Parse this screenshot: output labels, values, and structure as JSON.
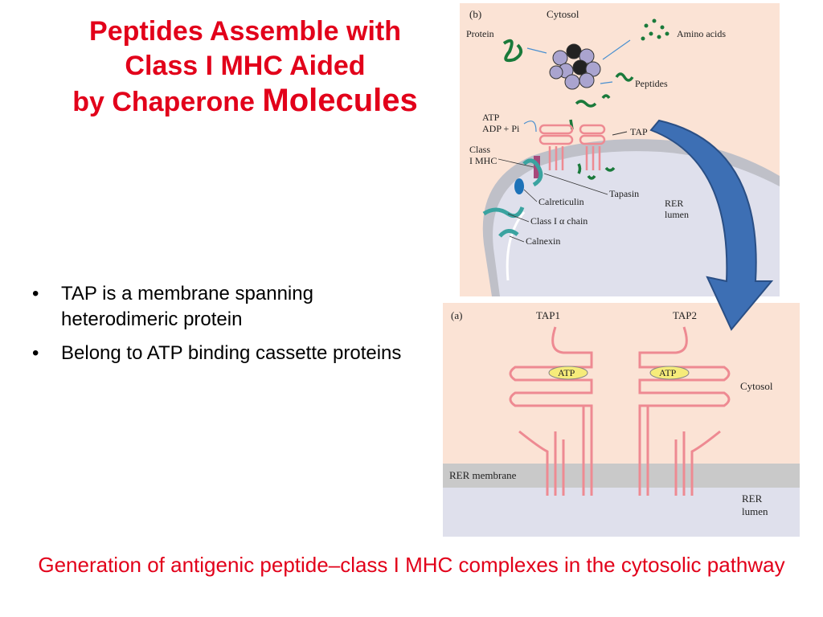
{
  "title": {
    "line1": "Peptides Assemble with",
    "line2": "Class I MHC Aided",
    "line3_small": "by Chaperone ",
    "line3_big": "Molecules"
  },
  "bullets": [
    "TAP is a membrane spanning heterodimeric protein",
    "Belong to ATP binding cassette proteins"
  ],
  "caption": "Generation of antigenic peptide–class I MHC complexes in the cytosolic pathway",
  "panel_b": {
    "tag": "(b)",
    "cytosol": "Cytosol",
    "protein": "Protein",
    "amino_acids": "Amino acids",
    "peptides": "Peptides",
    "atp": "ATP",
    "adp_pi": "ADP + Pi",
    "tap": "TAP",
    "class_mhc_1": "Class",
    "class_mhc_2": "I MHC",
    "calreticulin": "Calreticulin",
    "tapasin": "Tapasin",
    "class_alpha": "Class I α chain",
    "calnexin": "Calnexin",
    "rer_1": "RER",
    "rer_2": "lumen"
  },
  "panel_a": {
    "tag": "(a)",
    "tap1": "TAP1",
    "tap2": "TAP2",
    "atp_left": "ATP",
    "atp_right": "ATP",
    "cytosol": "Cytosol",
    "rer_membrane": "RER membrane",
    "rer_1": "RER",
    "rer_2": "lumen"
  },
  "colors": {
    "title_red": "#e2001a",
    "panel_bg": "#fbe3d5",
    "lumen": "#dfe0ec",
    "membrane": "#c9c9c9",
    "tap_pink": "#ee8a92",
    "atp_yellow": "#f6ec7a",
    "peptide_green": "#1a7a3b",
    "proteasome": "#aaa4cf",
    "arrow_blue": "#3d6fb4"
  }
}
